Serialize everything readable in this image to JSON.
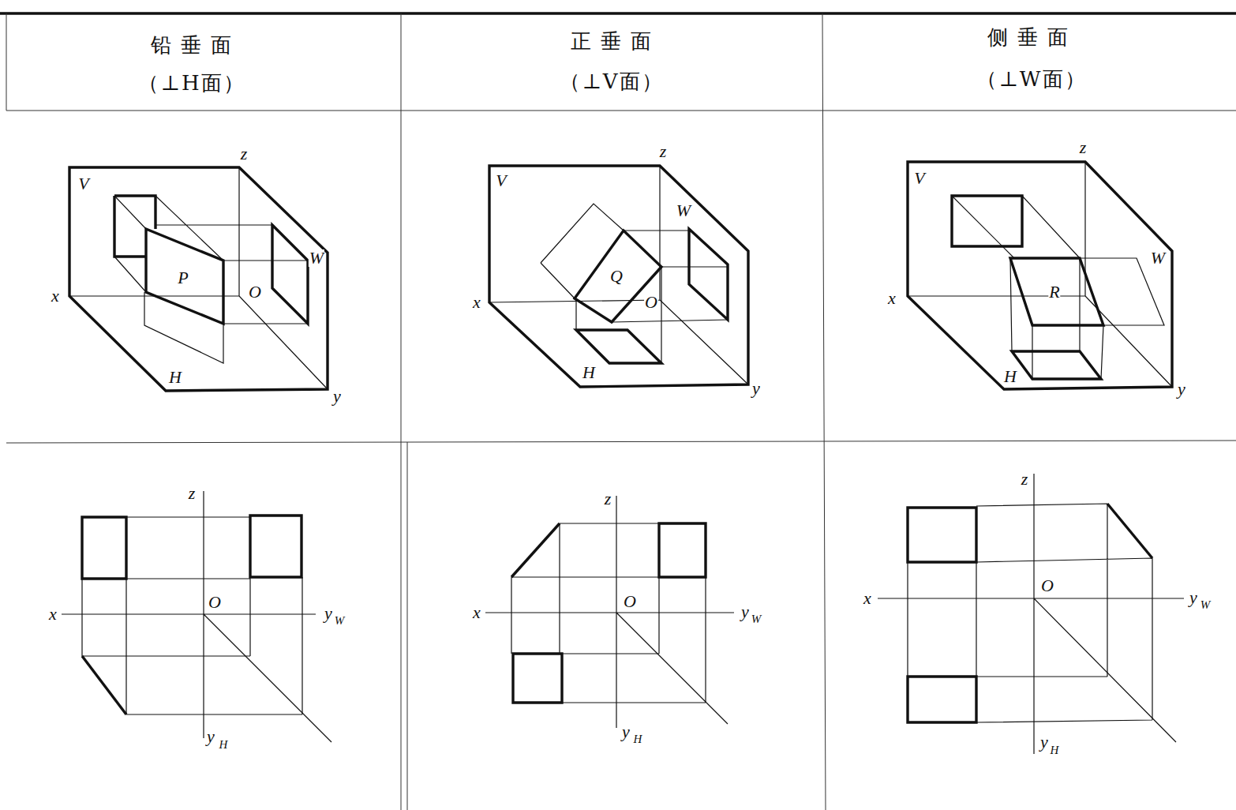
{
  "diagram": {
    "labels": [
      "铅 垂 面",
      "（⊥H面）",
      "正 垂 面",
      "（⊥V面）",
      "侧 垂 面",
      "（⊥W面）",
      "z",
      "V",
      "W",
      "P",
      "x",
      "O",
      "H",
      "y",
      "z",
      "V",
      "W",
      "Q",
      "x",
      "O",
      "H",
      "y",
      "z",
      "V",
      "W",
      "R",
      "x",
      "H",
      "y",
      "z",
      "O",
      "x",
      "y",
      "W",
      "y",
      "H",
      "z",
      "O",
      "x",
      "y",
      "W",
      "y",
      "H",
      "z",
      "O",
      "x",
      "y",
      "W",
      "y",
      "H"
    ]
  }
}
